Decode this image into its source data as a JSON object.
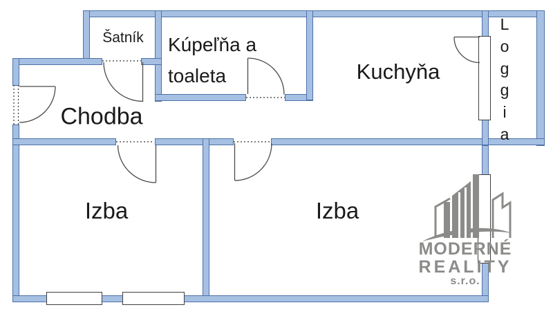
{
  "plan": {
    "rooms": {
      "satnik": {
        "label": "Šatník"
      },
      "kupelna": {
        "label_line1": "Kúpeľňa a",
        "label_line2": "toaleta"
      },
      "kuchyna": {
        "label": "Kuchyňa"
      },
      "chodba": {
        "label": "Chodba"
      },
      "izba_left": {
        "label": "Izba"
      },
      "izba_right": {
        "label": "Izba"
      },
      "loggia": {
        "label": "Loggia",
        "letters": [
          "L",
          "o",
          "g",
          "g",
          "i",
          "a"
        ]
      }
    },
    "colors": {
      "wall_fill": "#a6c0e4",
      "wall_border": "#4e70a6",
      "door_symbol": "#4a4a4a",
      "label_text": "#1a1a1a",
      "watermark_gray": "#8b8b89"
    }
  },
  "watermark": {
    "line1": "MODERNÉ",
    "line2": "REALITY",
    "line3": "s.r.o."
  }
}
